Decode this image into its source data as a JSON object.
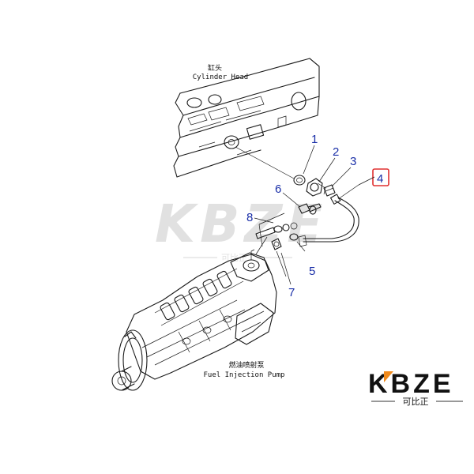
{
  "labels": {
    "cylinder_head_cn": "缸头",
    "cylinder_head_en": "Cylinder Head",
    "pump_cn": "燃油喷射泵",
    "pump_en": "Fuel Injection Pump"
  },
  "callouts": [
    {
      "id": "1",
      "text": "1"
    },
    {
      "id": "2",
      "text": "2"
    },
    {
      "id": "3",
      "text": "3"
    },
    {
      "id": "4",
      "text": "4",
      "highlighted": true
    },
    {
      "id": "5",
      "text": "5"
    },
    {
      "id": "6",
      "text": "6"
    },
    {
      "id": "7",
      "text": "7"
    },
    {
      "id": "8",
      "text": "8"
    }
  ],
  "brand": {
    "logo_text": "KBZE",
    "logo_sub": "可比正",
    "watermark_text": "KBZE",
    "watermark_sub": "可比正"
  },
  "colors": {
    "callout": "#1a2fa8",
    "highlight_box": "#e03030",
    "ink": "#1a1a1a",
    "watermark": "#c8c8c8",
    "logo": "#111111",
    "logo_accent": "#f08a1c"
  }
}
